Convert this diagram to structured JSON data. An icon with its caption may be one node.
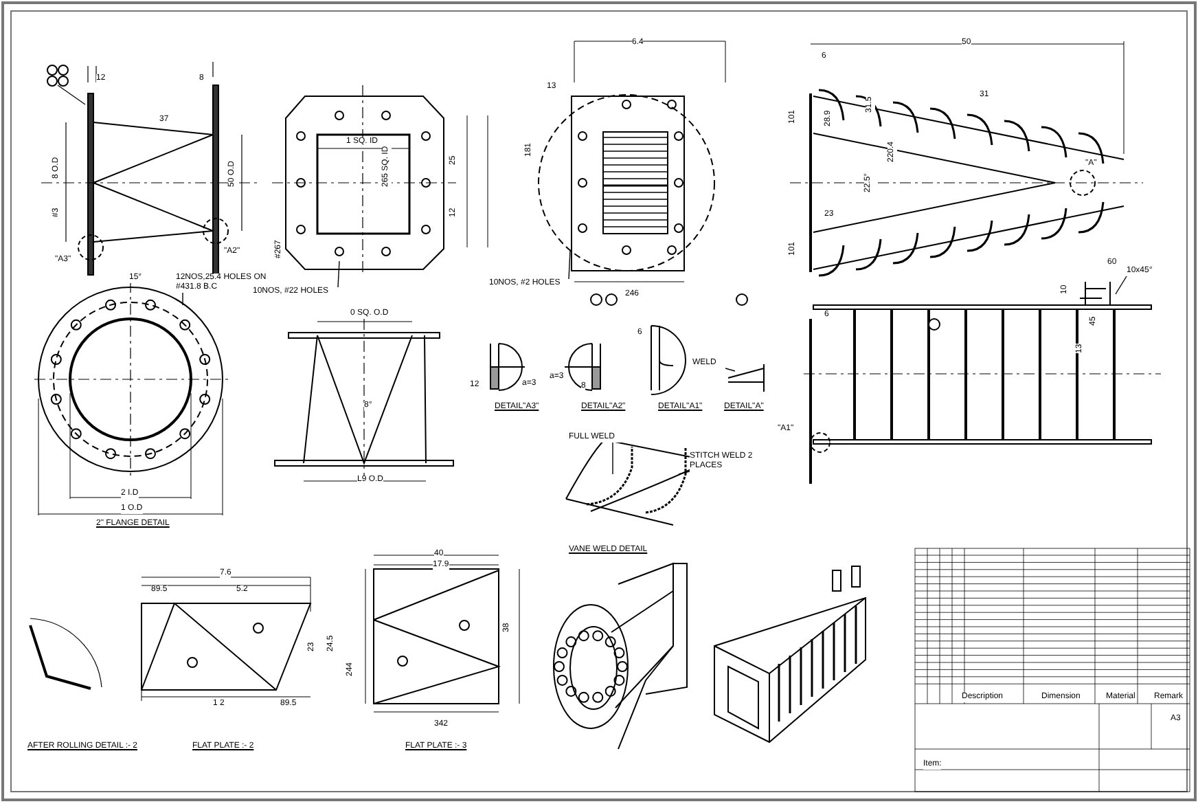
{
  "diagram": {
    "nodes": [
      {
        "text": [
          "12NOS,25.4 HOLES ON #431.8 B.C"
        ]
      },
      {
        "text": [
          "10NOS, #22 HOLES"
        ]
      },
      {
        "text": [
          "10NOS, #2 HOLES"
        ]
      },
      {
        "text": [
          "WELD"
        ]
      },
      {
        "text": [
          "FULL WELD"
        ]
      },
      {
        "text": [
          "STITCH WELD 2 PLACES"
        ]
      },
      {
        "text": [
          "10x45°"
        ]
      }
    ],
    "edges": [
      {
        "from": 0,
        "to": null,
        "arrow": "none"
      },
      {
        "from": 1,
        "to": null,
        "arrow": "none"
      },
      {
        "from": 2,
        "to": null,
        "arrow": "none"
      },
      {
        "from": 3,
        "to": null,
        "arrow": "none"
      },
      {
        "from": 4,
        "to": null,
        "arrow": "none"
      },
      {
        "from": 5,
        "to": null,
        "arrow": "none"
      },
      {
        "from": 6,
        "to": null,
        "arrow": "none"
      }
    ],
    "labels": [
      "12",
      "8",
      "37",
      "8 O.D",
      "#3",
      "50 O.D",
      "\"A3\"",
      "\"A2\"",
      "1 SQ. ID",
      "265 SQ. ID",
      "25",
      "12",
      "#267",
      "6.4",
      "13",
      "181",
      "246",
      "50",
      "6",
      "31",
      "28.9",
      "31.5",
      "101",
      "220.4",
      "22.5°",
      "\"A\"",
      "23",
      "101",
      "15°",
      "2 I.D",
      "1 O.D",
      "2\" FLANGE DETAIL",
      "0 SQ. O.D",
      "8°",
      "L9 O.D",
      "12",
      "a=3",
      "DETAIL\"A3\"",
      "a=3",
      "8",
      "DETAIL\"A2\"",
      "6",
      "DETAIL\"A1\"",
      "DETAIL\"A\"",
      "VANE WELD DETAIL",
      "6",
      "\"A1\"",
      "60",
      "10",
      "45",
      "13",
      "7.6",
      "89.5",
      "5.2",
      "23",
      "24.5",
      "1 2",
      "89.5",
      "40",
      "17.9",
      "244",
      "342",
      "38",
      "AFTER ROLLING DETAIL :- 2",
      "FLAT PLATE :- 2",
      "FLAT PLATE :- 3",
      "Description",
      "Dimension",
      "Material",
      "Remark",
      "A3",
      "Item:"
    ]
  }
}
